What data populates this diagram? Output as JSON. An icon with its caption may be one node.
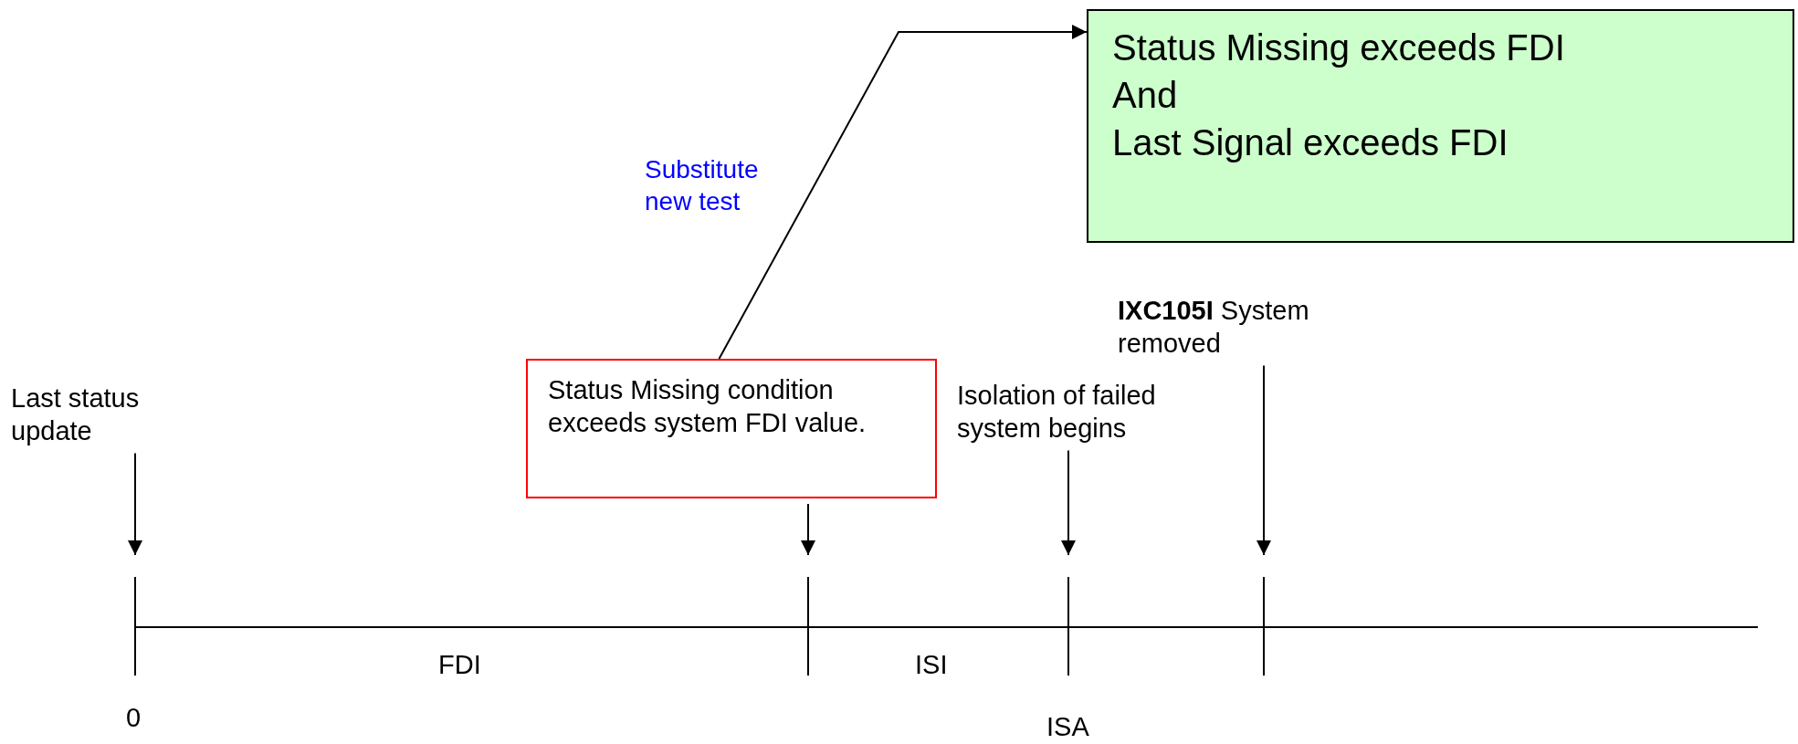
{
  "diagram": {
    "nodes": [
      {
        "text": [
          "Status Missing exceeds FDI",
          "And",
          "Last Signal exceeds FDI"
        ]
      },
      {
        "text": [
          "**IXC105I** System removed"
        ]
      },
      {
        "text": [
          "Last status update"
        ]
      },
      {
        "text": [
          "Status Missing condition exceeds system FDI value."
        ]
      },
      {
        "text": [
          "Isolation of failed system begins"
        ]
      }
    ],
    "edges": [
      {
        "from": 3,
        "to": 0,
        "arrow": "to",
        "label": "Substitute new test"
      },
      {
        "from": 2,
        "to": null,
        "arrow": "to"
      },
      {
        "from": 3,
        "to": null,
        "arrow": "to"
      },
      {
        "from": 4,
        "to": null,
        "arrow": "to"
      },
      {
        "from": 1,
        "to": null,
        "arrow": "to"
      }
    ],
    "labels": [
      "FDI",
      "ISI",
      "0",
      "ISA"
    ]
  }
}
